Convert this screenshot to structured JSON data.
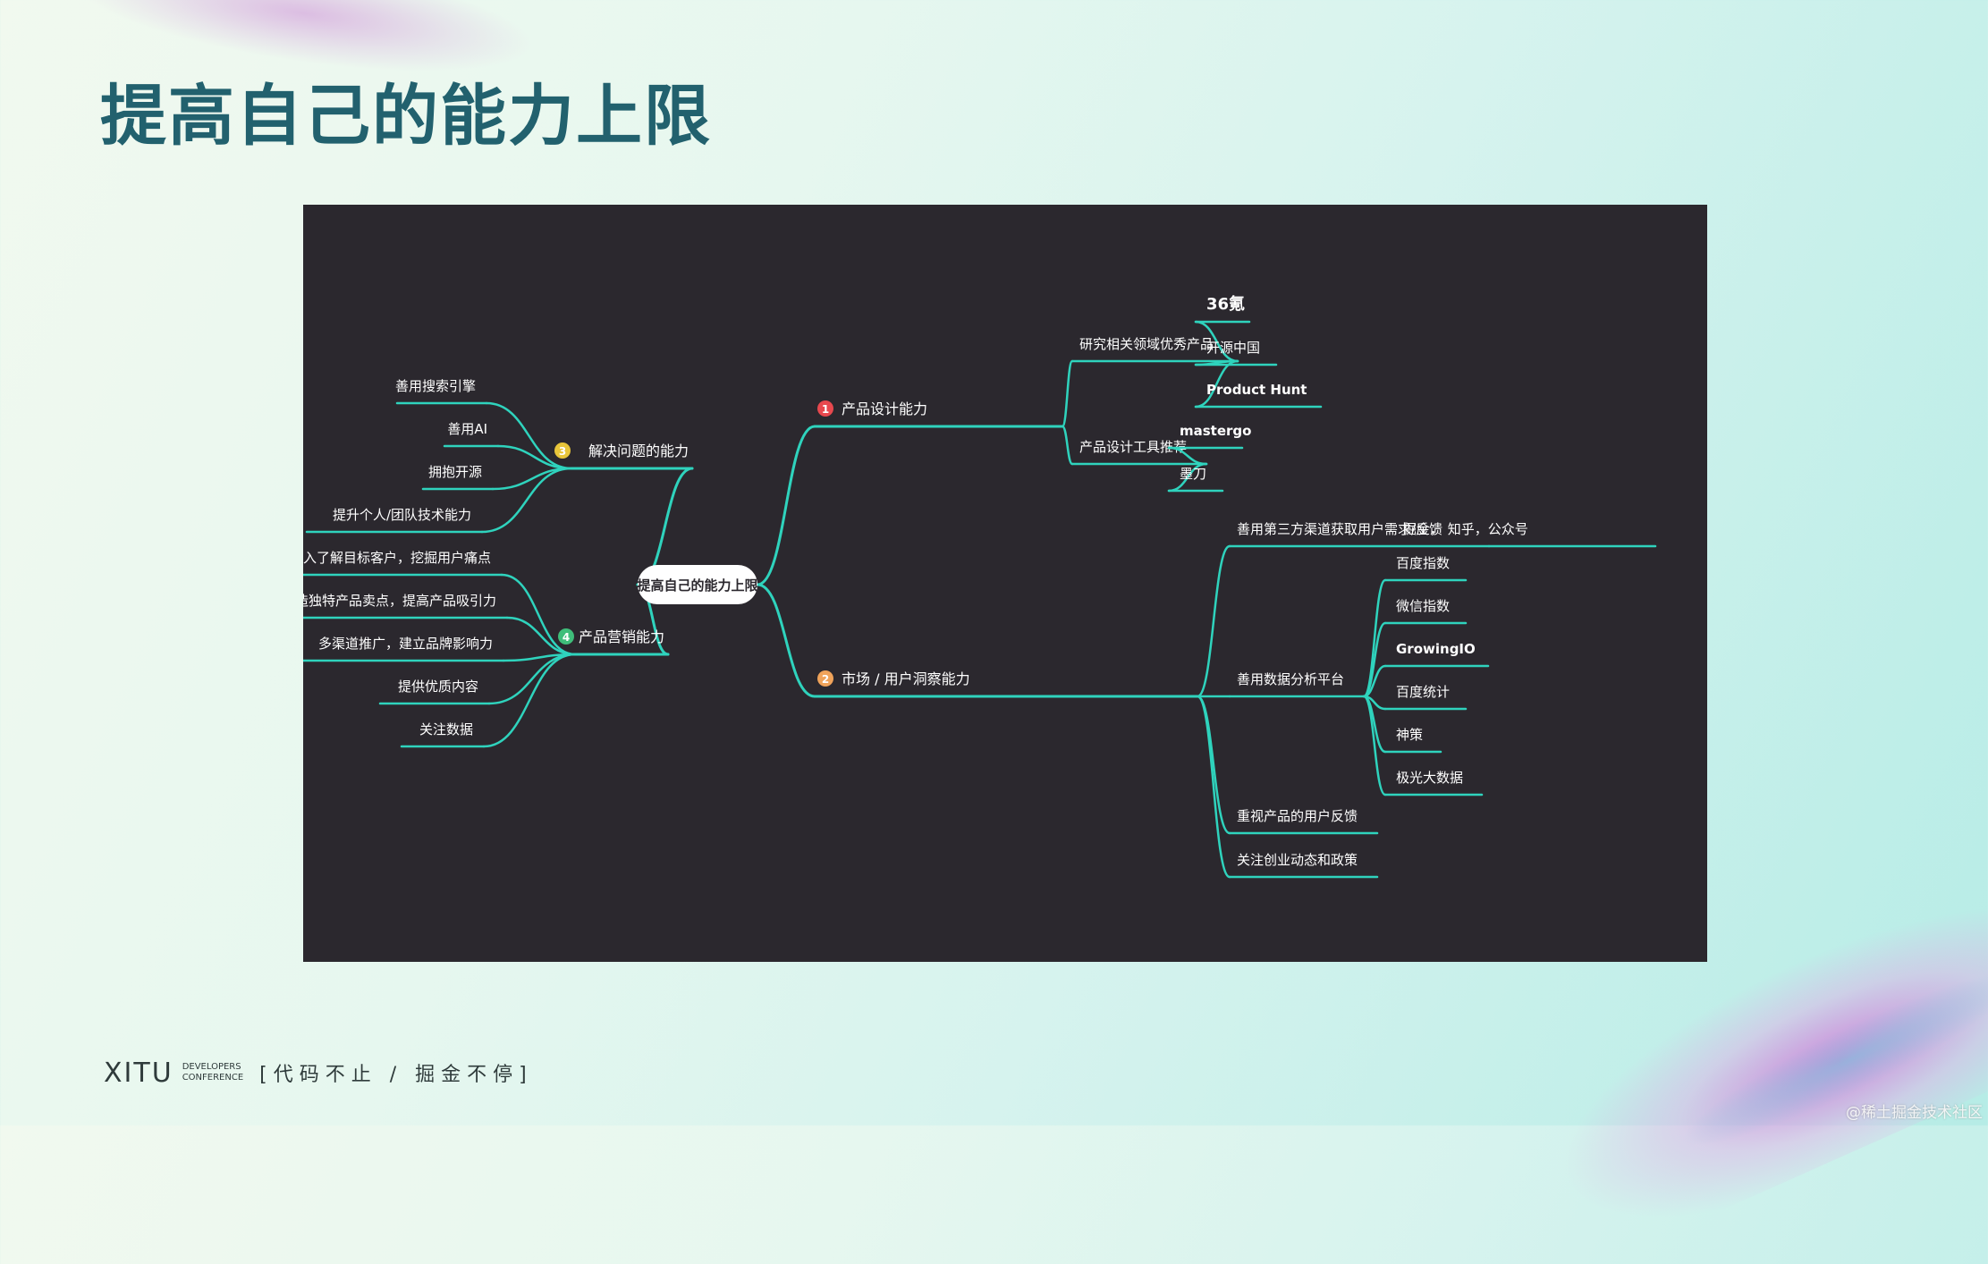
{
  "slide": {
    "title": "提高自己的能力上限"
  },
  "mindmap": {
    "root": "提高自己的能力上限",
    "branches": [
      {
        "number": "1",
        "label": "产品设计能力",
        "badge_color": "#e8484e",
        "children": [
          {
            "label": "研究相关领域优秀产品",
            "children": [
              "36氪",
              "开源中国",
              "Product Hunt"
            ]
          },
          {
            "label": "产品设计工具推荐",
            "children": [
              "mastergo",
              "墨刀"
            ]
          }
        ]
      },
      {
        "number": "2",
        "label": "市场 / 用户洞察能力",
        "badge_color": "#f0a35a",
        "children": [
          {
            "label": "善用第三方渠道获取用户需求/反馈",
            "children": [
              "掘金，  知乎，公众号"
            ]
          },
          {
            "label": "善用数据分析平台",
            "children": [
              "百度指数",
              "微信指数",
              "GrowingIO",
              "百度统计",
              "神策",
              "极光大数据"
            ]
          },
          {
            "label": "重视产品的用户反馈",
            "children": []
          },
          {
            "label": "关注创业动态和政策",
            "children": []
          }
        ]
      },
      {
        "number": "3",
        "label": "解决问题的能力",
        "badge_color": "#e8c53a",
        "children": [
          {
            "label": "善用搜索引擎",
            "children": []
          },
          {
            "label": "善用AI",
            "children": []
          },
          {
            "label": "拥抱开源",
            "children": []
          },
          {
            "label": "提升个人/团队技术能力",
            "children": []
          }
        ]
      },
      {
        "number": "4",
        "label": "产品营销能力",
        "badge_color": "#3fbe7a",
        "children": [
          {
            "label": "深入了解目标客户，挖掘用户痛点",
            "children": []
          },
          {
            "label": "打造独特产品卖点，提高产品吸引力",
            "children": []
          },
          {
            "label": "多渠道推广，建立品牌影响力",
            "children": []
          },
          {
            "label": "提供优质内容",
            "children": []
          },
          {
            "label": "关注数据",
            "children": []
          }
        ]
      }
    ],
    "line_color": "#2fd3bd"
  },
  "footer": {
    "logo": "XITU",
    "logo_line1": "DEVELOPERS",
    "logo_line2": "CONFERENCE",
    "slogan": "[代码不止 / 掘金不停]"
  },
  "watermark": "@稀土掘金技术社区"
}
